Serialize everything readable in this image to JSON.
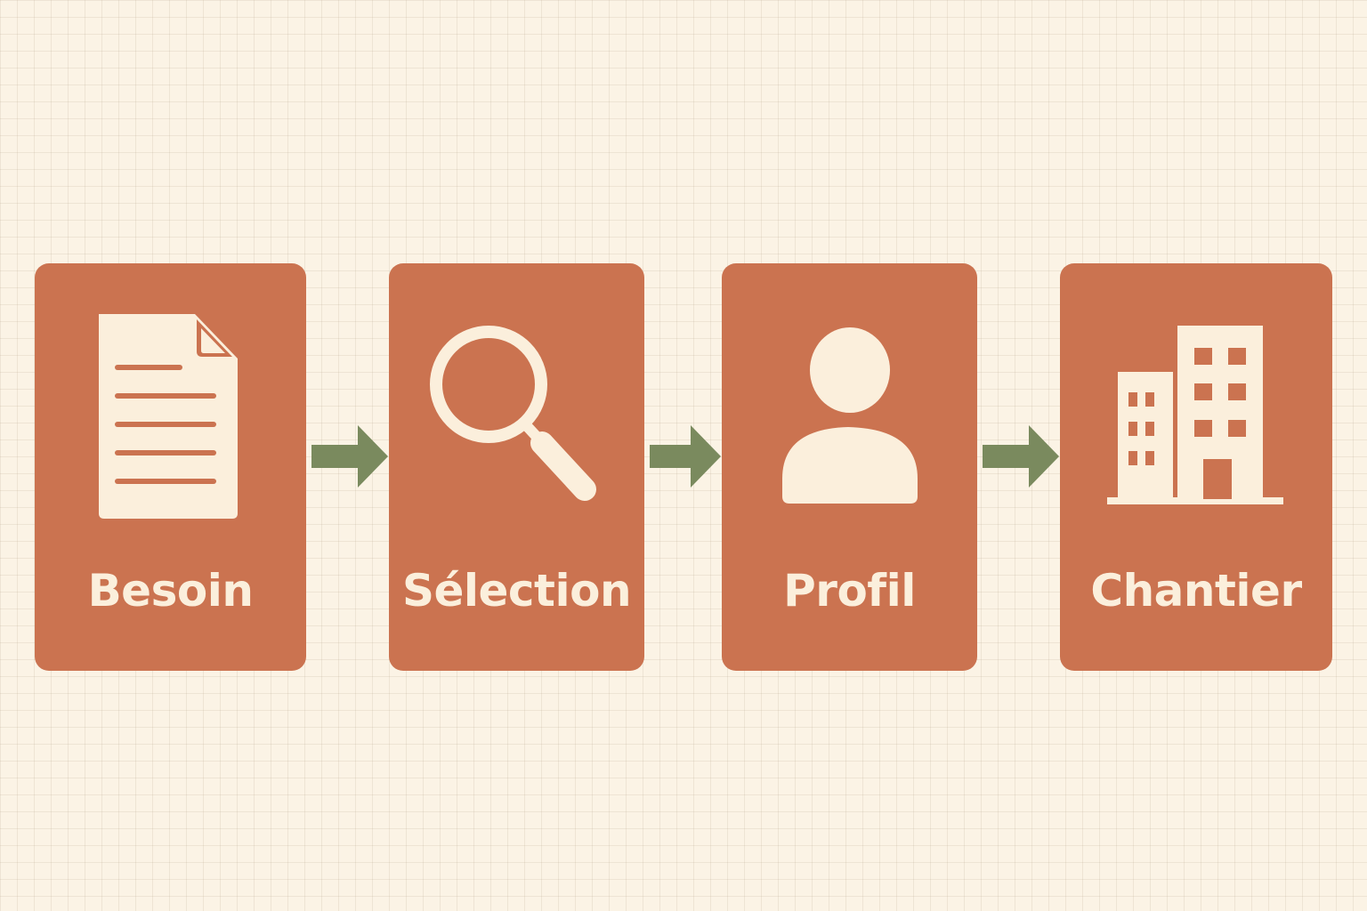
{
  "colors": {
    "background": "#fbf3e5",
    "card": "#cb7350",
    "icon": "#fbefdc",
    "arrow": "#7a8a5e"
  },
  "steps": [
    {
      "label": "Besoin",
      "icon": "document-icon"
    },
    {
      "label": "Sélection",
      "icon": "magnifier-icon"
    },
    {
      "label": "Profil",
      "icon": "user-icon"
    },
    {
      "label": "Chantier",
      "icon": "building-icon"
    }
  ]
}
